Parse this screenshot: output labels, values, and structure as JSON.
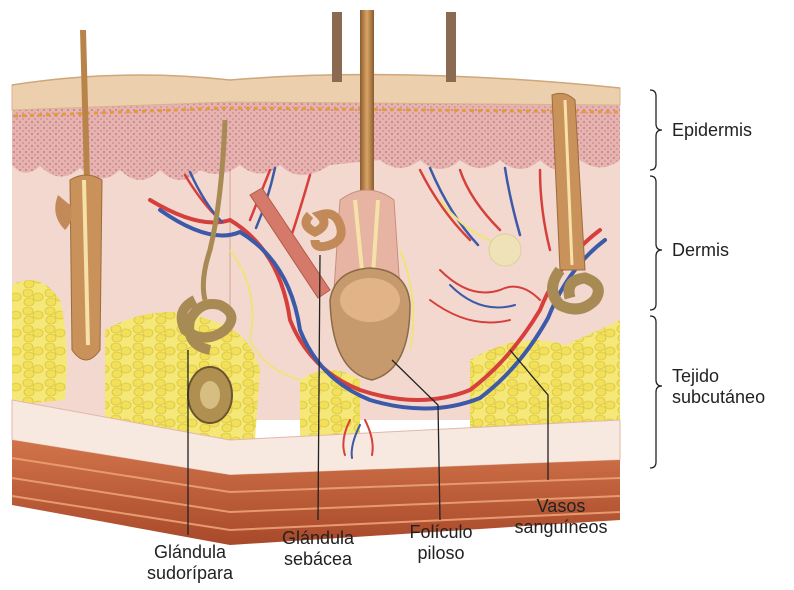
{
  "layers": [
    {
      "key": "epidermis",
      "label": "Epidermis"
    },
    {
      "key": "dermis",
      "label": "Dermis"
    },
    {
      "key": "subcutaneous",
      "label_line1": "Tejido",
      "label_line2": "subcutáneo"
    }
  ],
  "structures": [
    {
      "key": "sweat_gland",
      "line1": "Glándula",
      "line2": "sudorípara"
    },
    {
      "key": "sebaceous_gland",
      "line1": "Glándula",
      "line2": "sebácea"
    },
    {
      "key": "hair_follicle",
      "line1": "Folículo",
      "line2": "piloso"
    },
    {
      "key": "blood_vessels",
      "line1": "Vasos",
      "line2": "sanguíneos"
    }
  ],
  "colors": {
    "surface": "#e9c9a6",
    "epidermis_pattern": "#d89da0",
    "dermis": "#f3d8cf",
    "fat": "#f2e360",
    "muscle": "#c8643a",
    "hair": "#b9844a",
    "artery": "#d6403c",
    "vein": "#3d5aa8",
    "nerve": "#f0e37a",
    "gland": "#a88a54"
  }
}
